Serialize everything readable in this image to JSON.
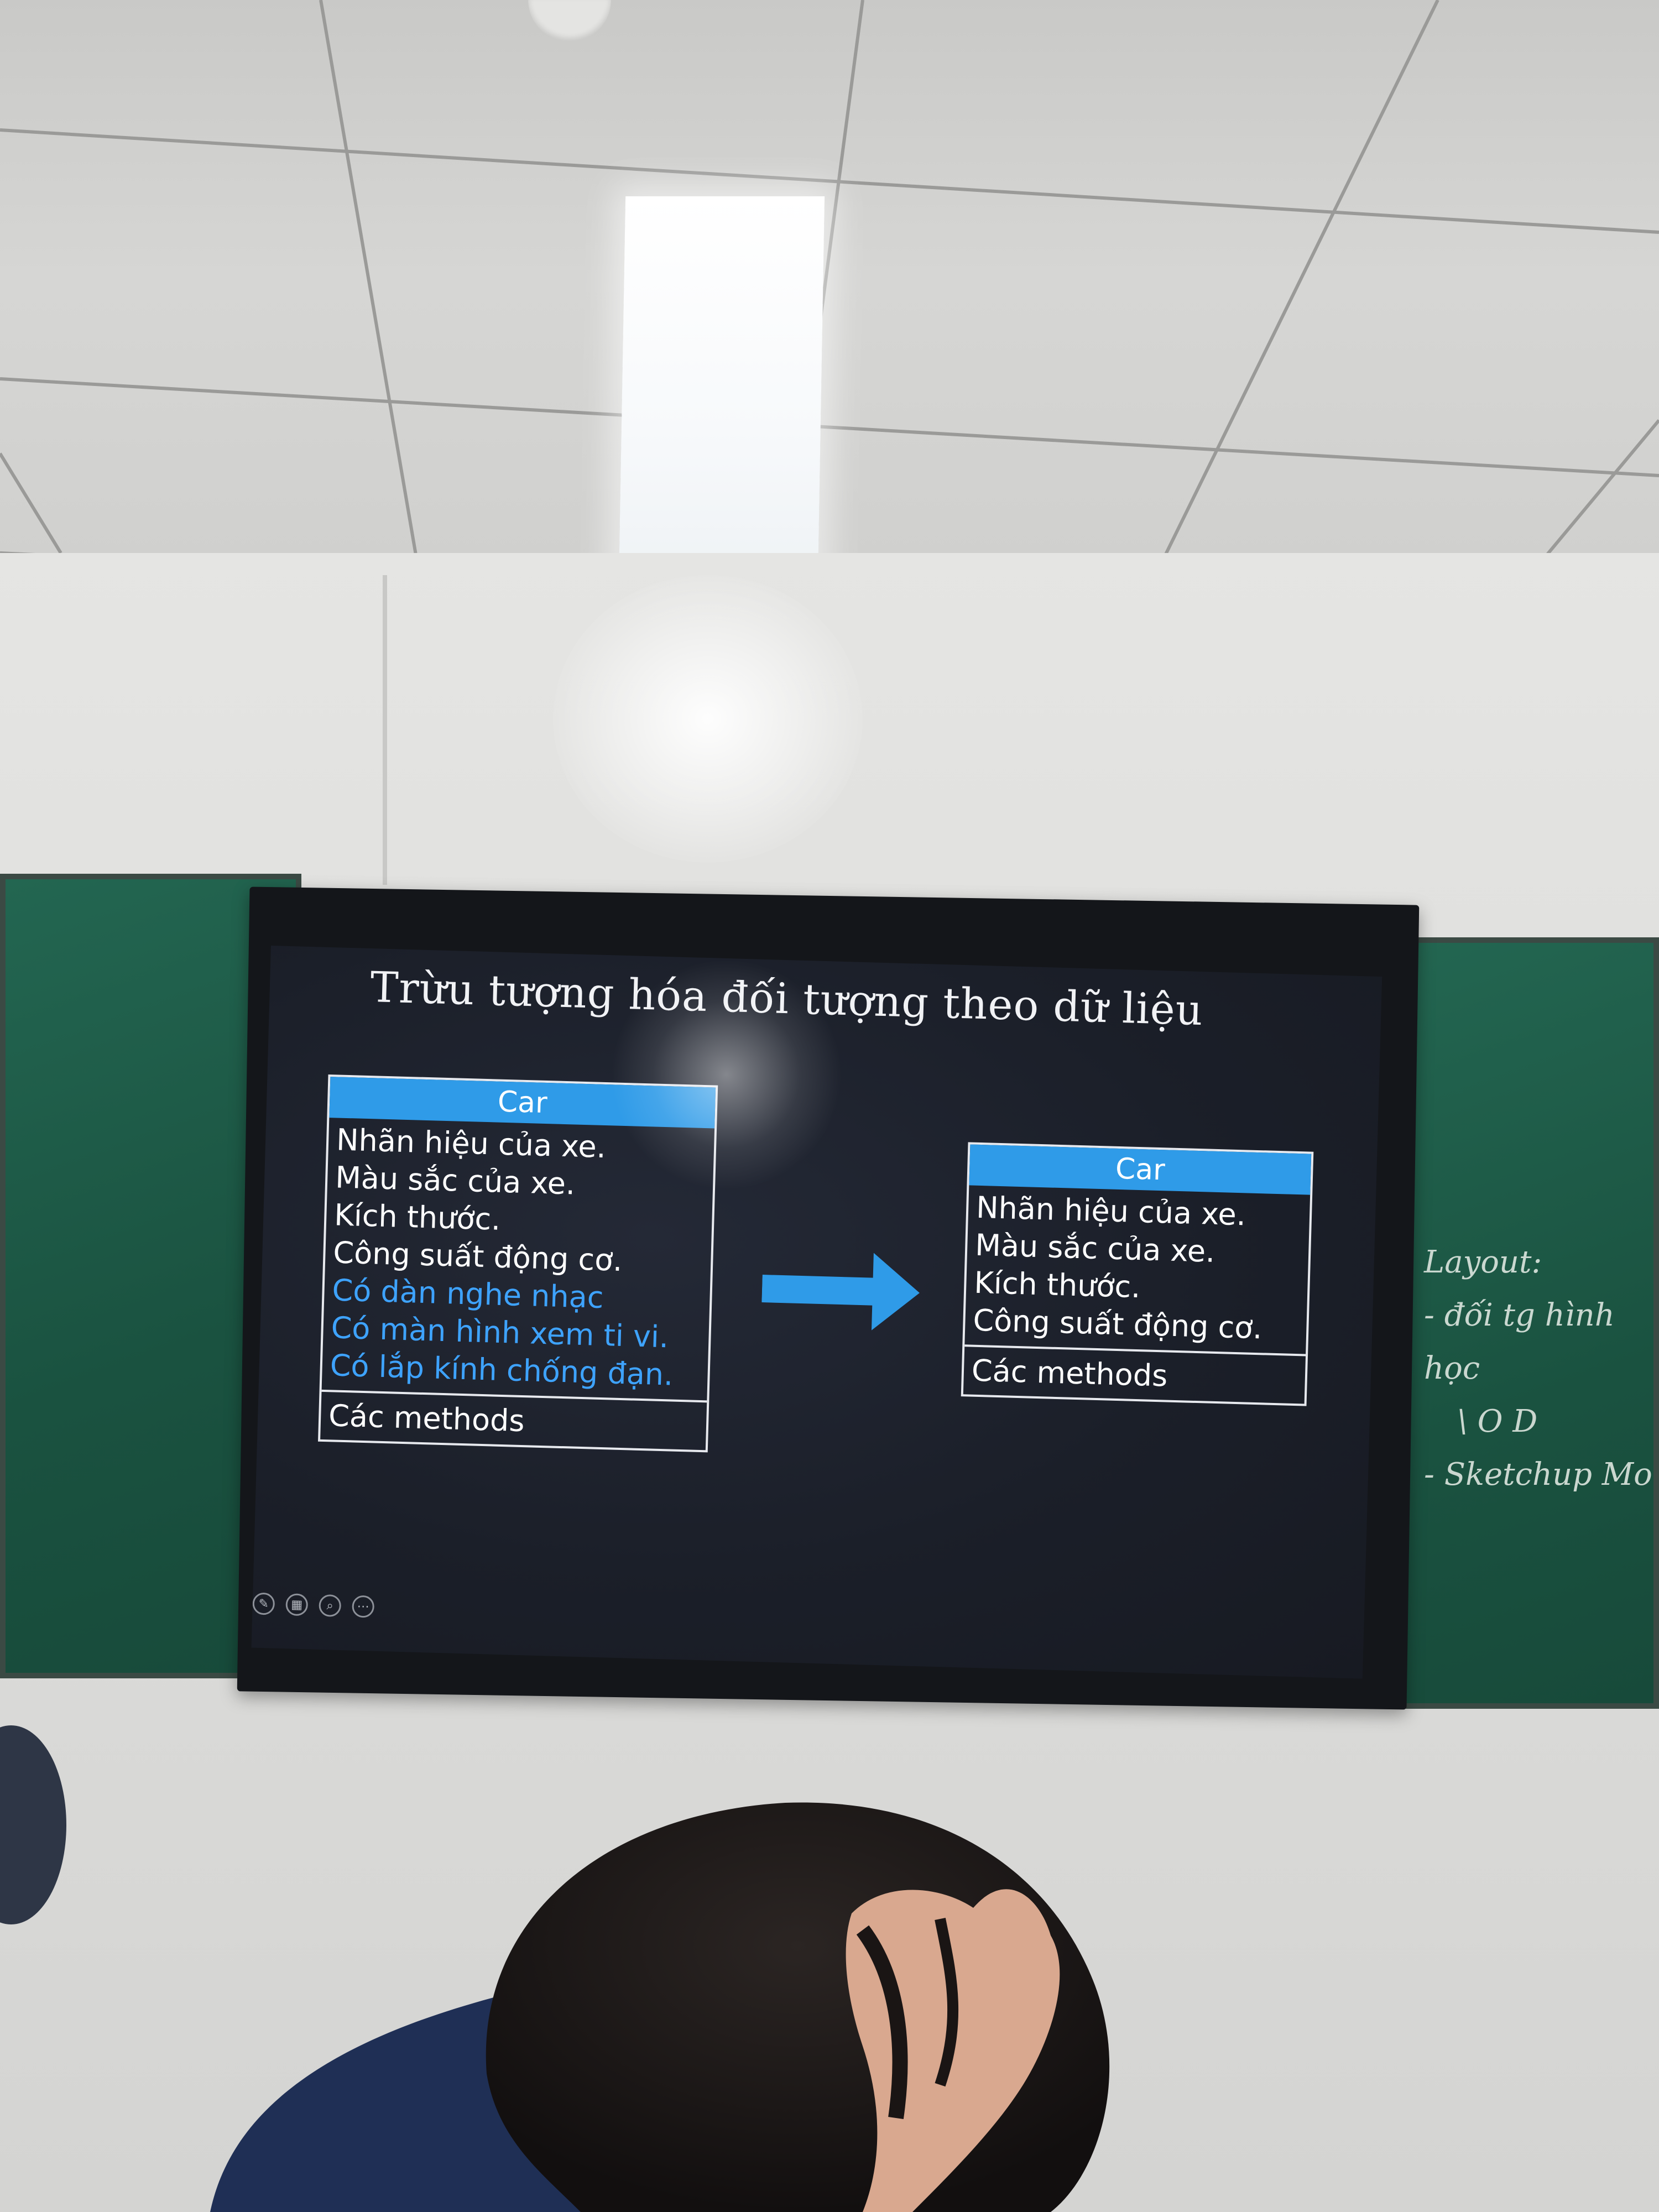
{
  "slide": {
    "title": "Trừu tượng hóa đối tượng theo dữ liệu",
    "left_class": {
      "name": "Car",
      "attributes": [
        "Nhãn hiệu của xe.",
        "Màu sắc của xe.",
        "Kích thước.",
        "Công suất động cơ."
      ],
      "extra_attributes": [
        "Có dàn nghe nhạc",
        "Có màn hình xem ti vi.",
        "Có lắp kính chống đạn."
      ],
      "methods": "Các methods"
    },
    "right_class": {
      "name": "Car",
      "attributes": [
        "Nhãn hiệu của xe.",
        "Màu sắc của xe.",
        "Kích thước.",
        "Công suất động cơ."
      ],
      "methods": "Các methods"
    },
    "arrow_icon": "right-arrow-icon",
    "colors": {
      "header": "#2f9be8",
      "extra_text": "#3ea3ff",
      "slide_bg": "#1b1f29"
    },
    "toolbar_icons": [
      "pen-icon",
      "slides-icon",
      "zoom-icon",
      "more-icon"
    ]
  },
  "whiteboard_notes": {
    "line1": "Layout:",
    "line2": "- đối tg hình học",
    "line3": "\\ O D",
    "line4": "- Sketchup Mo"
  }
}
